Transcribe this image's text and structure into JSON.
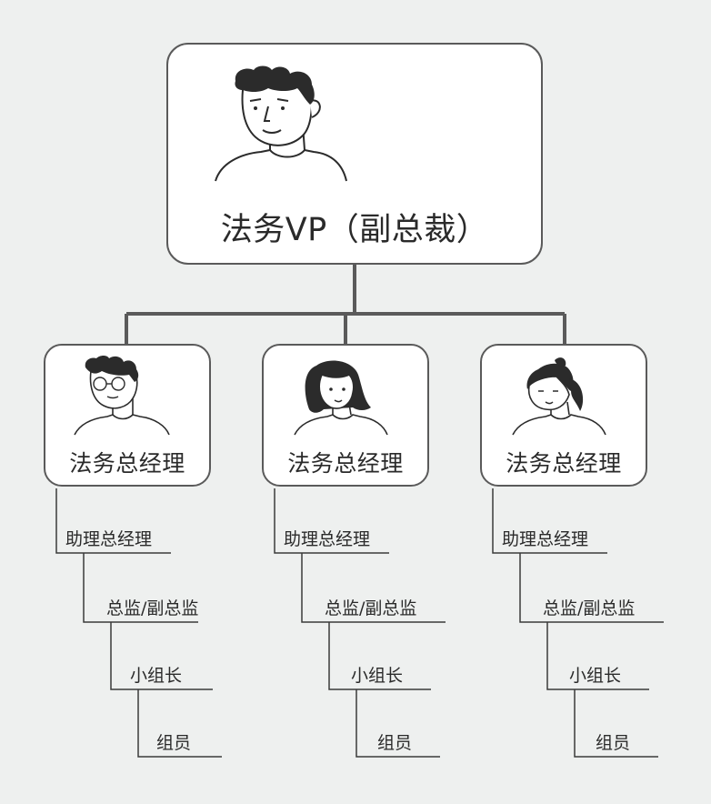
{
  "root": {
    "title": "法务VP（副总裁）",
    "avatar": "man-avatar-icon"
  },
  "managers": [
    {
      "title": "法务总经理",
      "avatar": "man-with-glasses-avatar-icon",
      "levels": [
        "助理总经理",
        "总监/副总监",
        "小组长",
        "组员"
      ]
    },
    {
      "title": "法务总经理",
      "avatar": "woman-long-hair-avatar-icon",
      "levels": [
        "助理总经理",
        "总监/副总监",
        "小组长",
        "组员"
      ]
    },
    {
      "title": "法务总经理",
      "avatar": "woman-ponytail-avatar-icon",
      "levels": [
        "助理总经理",
        "总监/副总监",
        "小组长",
        "组员"
      ]
    }
  ],
  "colors": {
    "background": "#eef0ef",
    "box_border": "#5a5a5a",
    "hair": "#2b2b2b"
  }
}
